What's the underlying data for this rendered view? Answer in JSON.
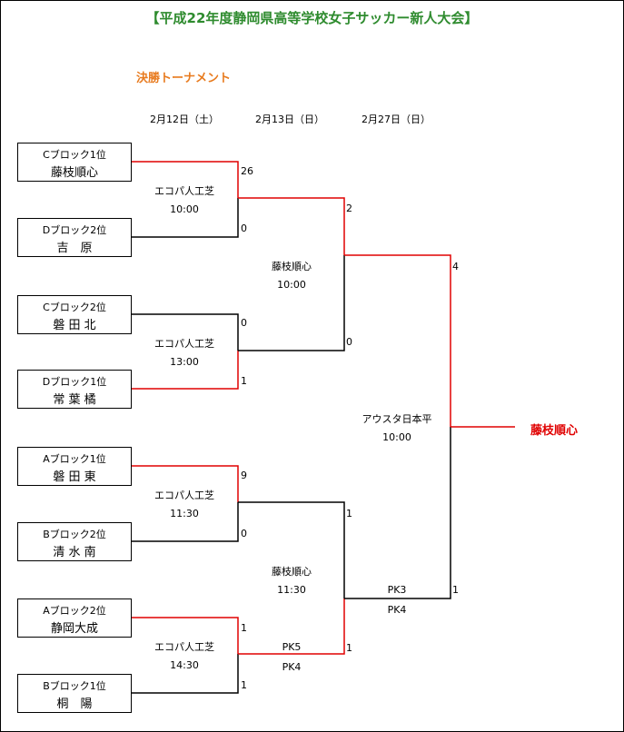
{
  "title": "【平成22年度静岡県高等学校女子サッカー新人大会】",
  "subtitle": "決勝トーナメント",
  "dates": [
    "2月12日（土）",
    "2月13日（日）",
    "2月27日（日）"
  ],
  "teams": [
    {
      "block": "Cブロック1位",
      "name": "藤枝順心"
    },
    {
      "block": "Dブロック2位",
      "name": "吉　原"
    },
    {
      "block": "Cブロック2位",
      "name": "磐 田 北"
    },
    {
      "block": "Dブロック1位",
      "name": "常 葉 橘"
    },
    {
      "block": "Aブロック1位",
      "name": "磐 田 東"
    },
    {
      "block": "Bブロック2位",
      "name": "清 水 南"
    },
    {
      "block": "Aブロック2位",
      "name": "静岡大成"
    },
    {
      "block": "Bブロック1位",
      "name": "桐　陽"
    }
  ],
  "round1": [
    {
      "venue": "エコパ人工芝",
      "time": "10:00",
      "score_top": "26",
      "score_bottom": "0"
    },
    {
      "venue": "エコパ人工芝",
      "time": "13:00",
      "score_top": "0",
      "score_bottom": "1"
    },
    {
      "venue": "エコパ人工芝",
      "time": "11:30",
      "score_top": "9",
      "score_bottom": "0"
    },
    {
      "venue": "エコパ人工芝",
      "time": "14:30",
      "score_top": "1",
      "score_bottom": "1",
      "pk_top": "PK5",
      "pk_bottom": "PK4"
    }
  ],
  "semifinals": [
    {
      "venue": "藤枝順心",
      "time": "10:00",
      "score_top": "2",
      "score_bottom": "0"
    },
    {
      "venue": "藤枝順心",
      "time": "11:30",
      "score_top": "1",
      "score_bottom": "1",
      "pk_top": "PK3",
      "pk_bottom": "PK4"
    }
  ],
  "final": {
    "venue": "アウスタ日本平",
    "time": "10:00",
    "score_top": "4",
    "score_bottom": "1"
  },
  "champion": "藤枝順心",
  "colors": {
    "title": "#2e8b2e",
    "subtitle": "#e87b1f",
    "winner_line": "#e00000",
    "champion": "#e00000",
    "line": "#000000"
  }
}
